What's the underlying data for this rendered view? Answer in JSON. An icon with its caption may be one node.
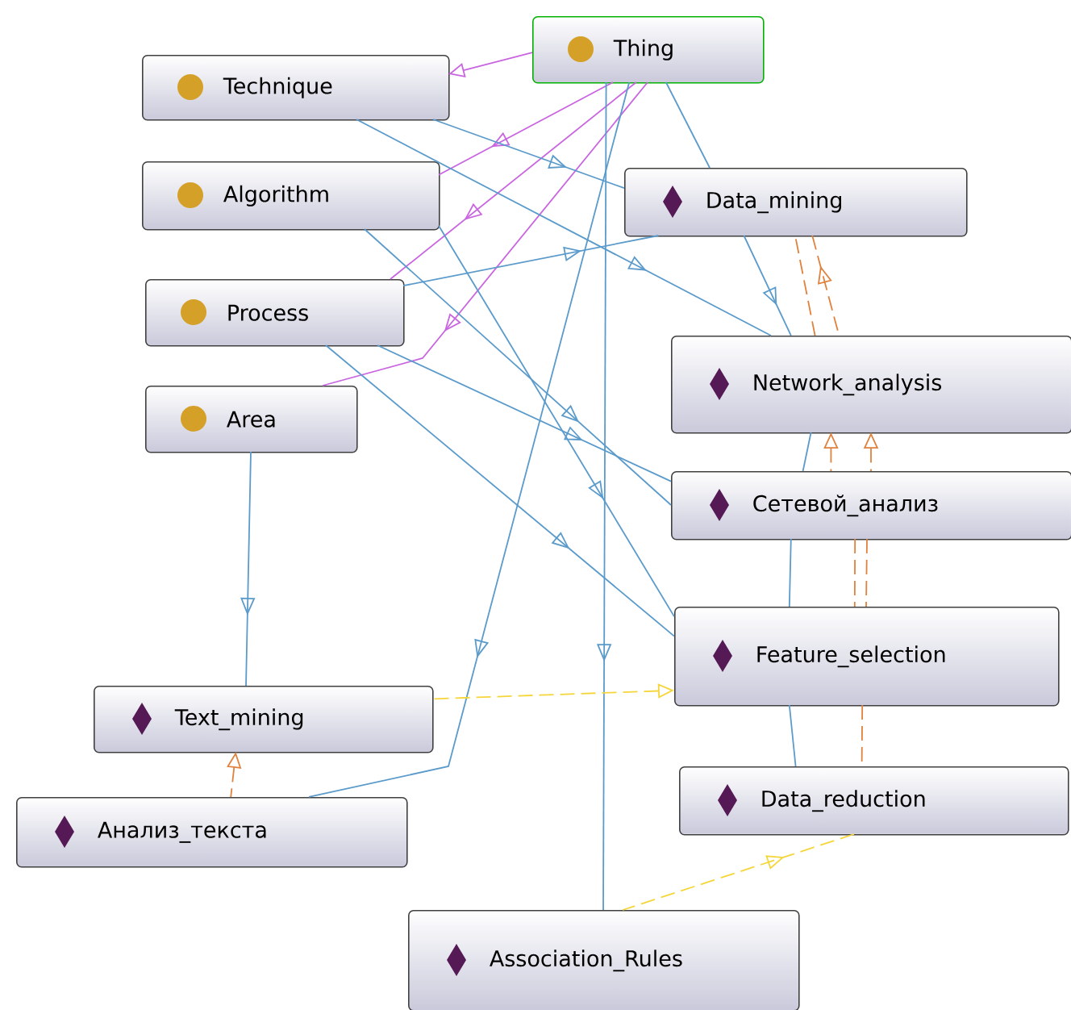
{
  "diagram": {
    "nodes": [
      {
        "text": [
          "Thing"
        ]
      },
      {
        "text": [
          "Technique"
        ]
      },
      {
        "text": [
          "Algorithm"
        ]
      },
      {
        "text": [
          "Process"
        ]
      },
      {
        "text": [
          "Area"
        ]
      },
      {
        "text": [
          "Data_mining"
        ]
      },
      {
        "text": [
          "Network_analysis"
        ]
      },
      {
        "text": [
          "Сетевой_анализ"
        ]
      },
      {
        "text": [
          "Feature_selection"
        ]
      },
      {
        "text": [
          "Text_mining"
        ]
      },
      {
        "text": [
          "Анализ_текста"
        ]
      },
      {
        "text": [
          "Data_reduction"
        ]
      },
      {
        "text": [
          "Association_Rules"
        ]
      }
    ],
    "edges": [
      {
        "from": 0,
        "to": 1,
        "arrow": "to",
        "color": "#c965e0"
      },
      {
        "from": 0,
        "to": 2,
        "arrow": "to",
        "color": "#c965e0"
      },
      {
        "from": 0,
        "to": 3,
        "arrow": "to",
        "color": "#c965e0"
      },
      {
        "from": 0,
        "to": 4,
        "arrow": "to",
        "color": "#c965e0"
      },
      {
        "from": 0,
        "to": 5,
        "arrow": "none"
      },
      {
        "from": 0,
        "to": 10,
        "arrow": "to"
      },
      {
        "from": 0,
        "to": 12,
        "arrow": "to"
      },
      {
        "from": 1,
        "to": 5,
        "arrow": "to"
      },
      {
        "from": 1,
        "to": 6,
        "arrow": "to"
      },
      {
        "from": 2,
        "to": 7,
        "arrow": "to"
      },
      {
        "from": 2,
        "to": 8,
        "arrow": "to"
      },
      {
        "from": 3,
        "to": 5,
        "arrow": "to"
      },
      {
        "from": 3,
        "to": 7,
        "arrow": "to"
      },
      {
        "from": 3,
        "to": 8,
        "arrow": "to"
      },
      {
        "from": 4,
        "to": 9,
        "arrow": "to"
      },
      {
        "from": 5,
        "to": 6,
        "arrow": "to"
      },
      {
        "from": 6,
        "to": 7,
        "arrow": "none"
      },
      {
        "from": 7,
        "to": 8,
        "arrow": "none"
      },
      {
        "from": 8,
        "to": 11,
        "arrow": "none"
      },
      {
        "from": 6,
        "to": 5,
        "arrow": "to",
        "style": "dashed",
        "color": "#e0813c"
      },
      {
        "from": 5,
        "to": 6,
        "arrow": "none",
        "style": "dashed",
        "color": "#e0813c"
      },
      {
        "from": 7,
        "to": 6,
        "arrow": "to",
        "style": "dashed",
        "color": "#e0813c"
      },
      {
        "from": 7,
        "to": 6,
        "arrow": "to",
        "style": "dashed",
        "color": "#e0813c"
      },
      {
        "from": 8,
        "to": 7,
        "arrow": "none",
        "style": "dashed",
        "color": "#e0813c"
      },
      {
        "from": 8,
        "to": 7,
        "arrow": "none",
        "style": "dashed",
        "color": "#e0813c"
      },
      {
        "from": 11,
        "to": 8,
        "arrow": "none",
        "style": "dashed",
        "color": "#e0813c"
      },
      {
        "from": 10,
        "to": 9,
        "arrow": "to",
        "style": "dashed",
        "color": "#e0813c"
      },
      {
        "from": 9,
        "to": 8,
        "arrow": "to",
        "style": "dashed",
        "color": "#f5d63a"
      },
      {
        "from": 12,
        "to": 11,
        "arrow": "to",
        "style": "dashed",
        "color": "#f5d63a"
      }
    ]
  }
}
